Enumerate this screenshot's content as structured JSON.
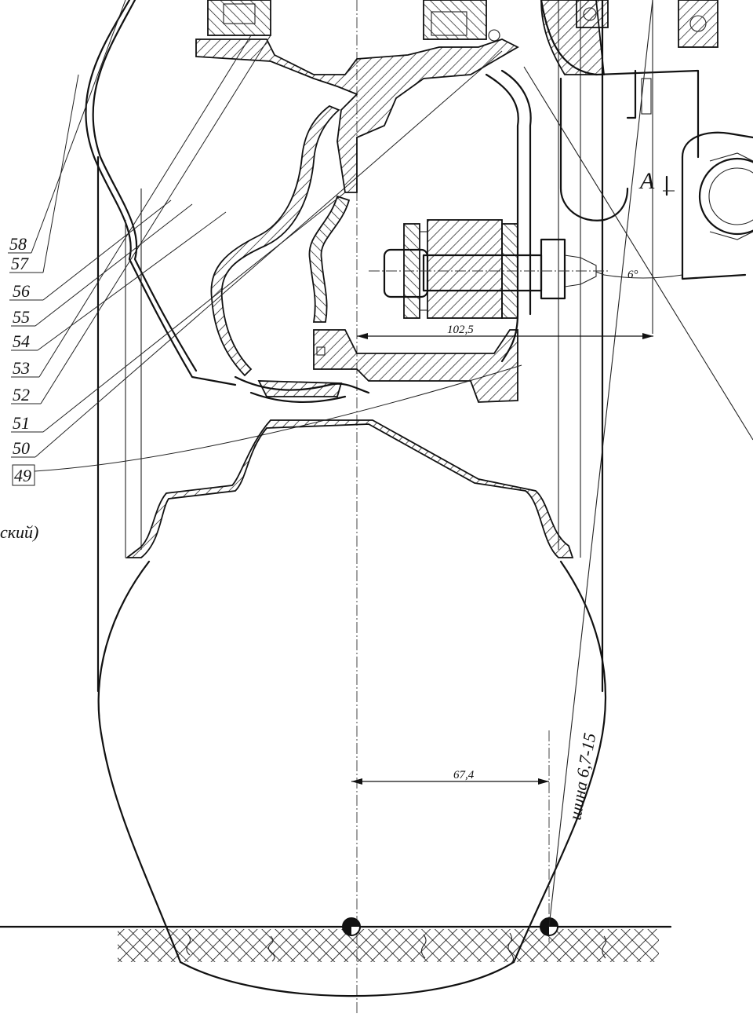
{
  "callouts": [
    {
      "id": "58",
      "text": "58"
    },
    {
      "id": "57",
      "text": "57"
    },
    {
      "id": "56",
      "text": "56"
    },
    {
      "id": "55",
      "text": "55"
    },
    {
      "id": "54",
      "text": "54"
    },
    {
      "id": "53",
      "text": "53"
    },
    {
      "id": "52",
      "text": "52"
    },
    {
      "id": "51",
      "text": "51"
    },
    {
      "id": "50",
      "text": "50"
    },
    {
      "id": "49",
      "text": "49"
    }
  ],
  "side_fragment": "ский)",
  "dimensions": {
    "hub_width": "102,5",
    "tire_offset": "67,4",
    "angle": "6°"
  },
  "tire_label": "шина 6,7-15",
  "section_mark": "A",
  "colors": {
    "ink": "#111111",
    "paper": "#ffffff"
  }
}
